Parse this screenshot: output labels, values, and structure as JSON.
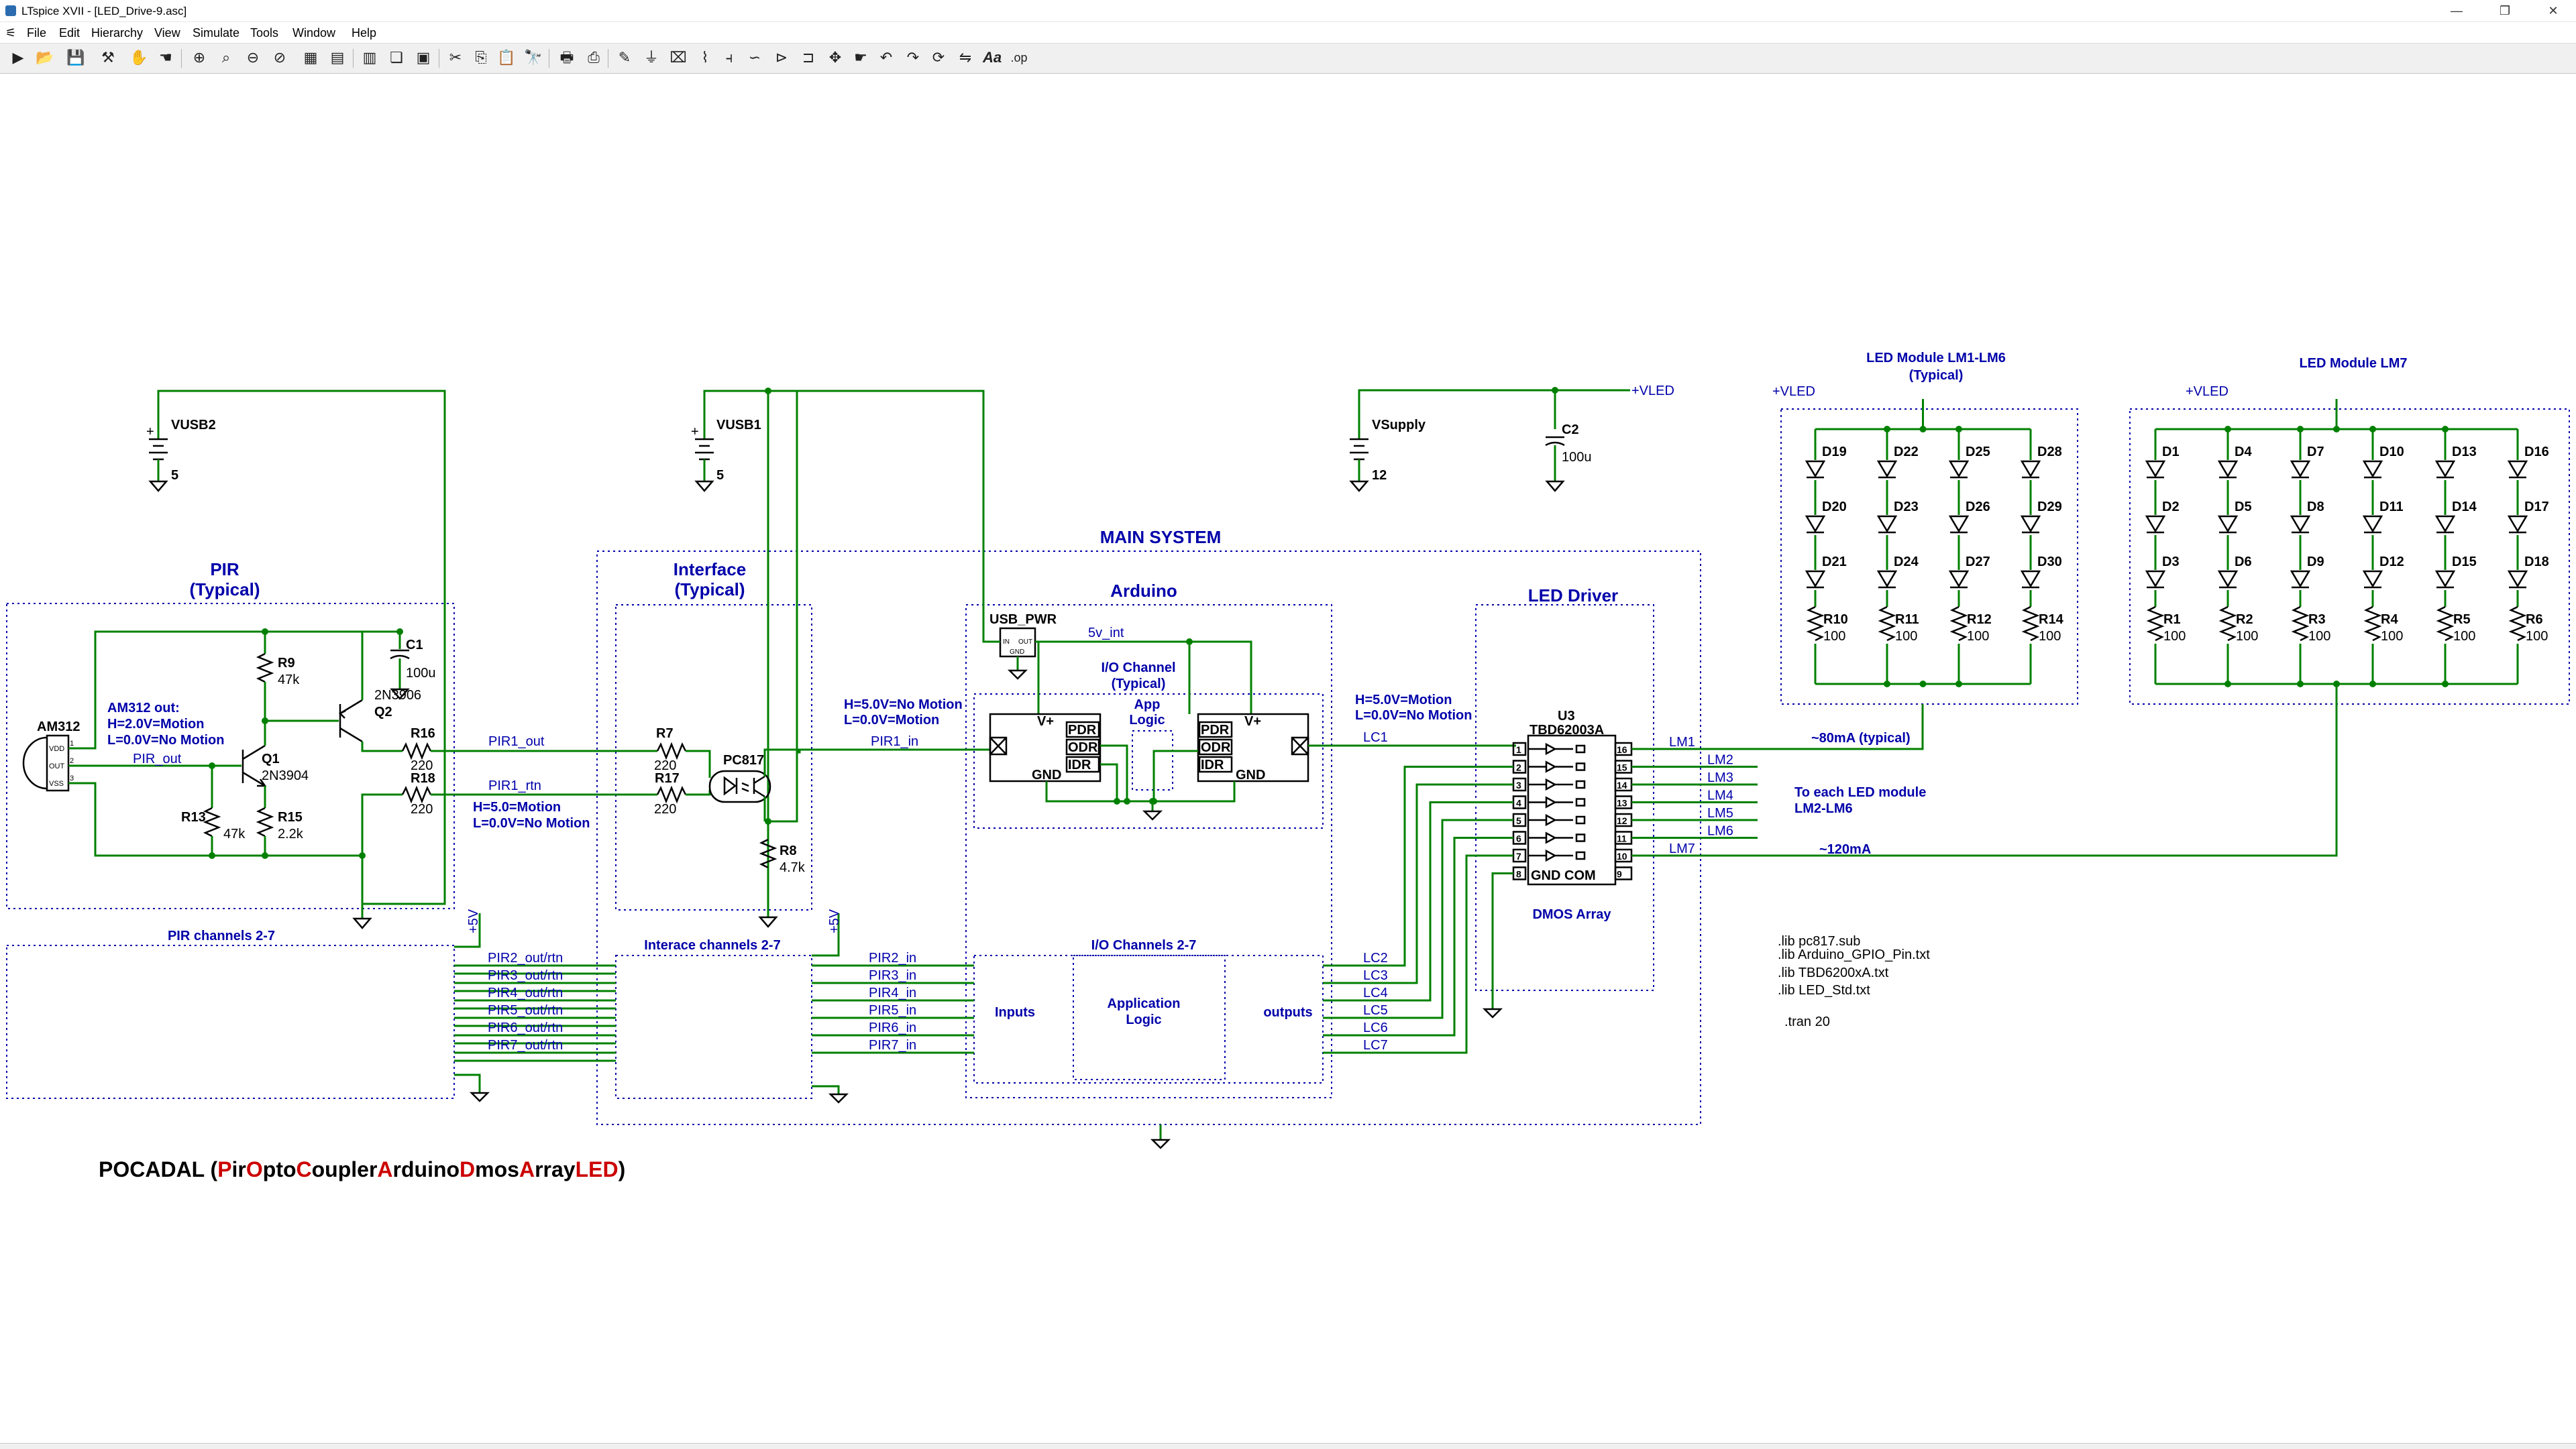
{
  "window": {
    "title": "LTspice XVII - [LED_Drive-9.asc]"
  },
  "menu": [
    "File",
    "Edit",
    "Hierarchy",
    "View",
    "Simulate",
    "Tools",
    "Window",
    "Help"
  ],
  "toolbar_icons": [
    "run-icon",
    "open-icon",
    "save-icon",
    "control-panel-icon",
    "halt-icon",
    "pan-icon",
    "zoom-in-icon",
    "zoom-area-icon",
    "zoom-out-icon",
    "zoom-cancel-icon",
    "autorange-icon",
    "waveform-icon",
    "tile-icon",
    "cascade-icon",
    "close-window-icon",
    "cut-icon",
    "copy-icon",
    "paste-icon",
    "find-icon",
    "print-setup-icon",
    "print-icon",
    "wire-icon",
    "ground-icon",
    "label-net-icon",
    "resistor-icon",
    "capacitor-icon",
    "inductor-icon",
    "diode-icon",
    "component-icon",
    "move-icon",
    "drag-icon",
    "undo-icon",
    "redo-icon",
    "rotate-icon",
    "mirror-icon",
    "text-icon",
    "spice-directive-icon"
  ],
  "schematic": {
    "main_title": "MAIN SYSTEM",
    "sections": {
      "pir": "PIR",
      "pir_sub": "(Typical)",
      "interface": "Interface",
      "interface_sub": "(Typical)",
      "arduino": "Arduino",
      "led_driver": "LED Driver",
      "led_module_1_6": "LED Module LM1-LM6",
      "led_module_1_6_sub": "(Typical)",
      "led_module_7": "LED Module LM7",
      "pir_channels": "PIR channels 2-7",
      "interface_channels": "Interace channels 2-7",
      "io_channels": "I/O Channels 2-7",
      "io_channel_typ": "I/O Channel",
      "io_channel_typ_sub": "(Typical)",
      "app_logic": "App",
      "app_logic_sub": "Logic",
      "inputs": "Inputs",
      "application_logic": "Application",
      "application_logic_sub": "Logic",
      "outputs": "outputs",
      "dmos_array": "DMOS Array"
    },
    "sources": {
      "vusb2": "VUSB2",
      "vusb2_val": "5",
      "vusb1": "VUSB1",
      "vusb1_val": "5",
      "vsupply": "VSupply",
      "vsupply_val": "12",
      "c2": "C2",
      "c2_val": "100u",
      "vled": "+VLED",
      "vled_a": "+VLED",
      "vled_b": "+VLED",
      "five_v_a": "+5V",
      "five_v_b": "+5V"
    },
    "pir_parts": {
      "am312": "AM312",
      "pin_vdd": "VDD",
      "pin_out": "OUT",
      "pin_vss": "VSS",
      "pin1": "1",
      "pin2": "2",
      "pin3": "3",
      "note1": "AM312 out:",
      "note2": "H=2.0V=Motion",
      "note3": "L=0.0V=No Motion",
      "pir_out": "PIR_out",
      "r9": "R9",
      "r9_val": "47k",
      "c1": "C1",
      "c1_val": "100u",
      "q1": "Q1",
      "q1_val": "2N3904",
      "q2": "Q2",
      "q2_val": "2N3906",
      "r13": "R13",
      "r13_val": "47k",
      "r15": "R15",
      "r15_val": "2.2k",
      "r16": "R16",
      "r16_val": "220",
      "r18": "R18",
      "r18_val": "220"
    },
    "interface_parts": {
      "pir1_out": "PIR1_out",
      "pir1_rtn": "PIR1_rtn",
      "note1": "H=5.0=Motion",
      "note2": "L=0.0V=No Motion",
      "r7": "R7",
      "r7_val": "220",
      "r17": "R17",
      "r17_val": "220",
      "pc817": "PC817",
      "r8": "R8",
      "r8_val": "4.7k"
    },
    "arduino_parts": {
      "note1": "H=5.0V=No Motion",
      "note2": "L=0.0V=Motion",
      "pir1_in": "PIR1_in",
      "usb_pwr": "USB_PWR",
      "usb_in": "IN",
      "usb_out": "OUT",
      "usb_gnd": "GND",
      "v5_int": "5v_int",
      "vplus": "V+",
      "pdr": "PDR",
      "odr": "ODR",
      "idr": "IDR",
      "gnd": "GND",
      "lc1": "LC1",
      "note3": "H=5.0V=Motion",
      "note4": "L=0.0V=No Motion"
    },
    "driver_parts": {
      "u3": "U3",
      "u3_val": "TBD62003A",
      "gnd_com": "GND COM",
      "left_pins": [
        "1",
        "2",
        "3",
        "4",
        "5",
        "6",
        "7",
        "8"
      ],
      "right_pins": [
        "16",
        "15",
        "14",
        "13",
        "12",
        "11",
        "10",
        "9"
      ],
      "lm_labels": [
        "LM1",
        "LM2",
        "LM3",
        "LM4",
        "LM5",
        "LM6",
        "LM7"
      ],
      "current_1": "~80mA (typical)",
      "current_7": "~120mA",
      "to_each": "To each LED module",
      "to_each_sub": "LM2-LM6"
    },
    "channels": {
      "pir_rtn": [
        "PIR2_out/rtn",
        "PIR3_out/rtn",
        "PIR4_out/rtn",
        "PIR5_out/rtn",
        "PIR6_out/rtn",
        "PIR7_out/rtn"
      ],
      "pir_in": [
        "PIR2_in",
        "PIR3_in",
        "PIR4_in",
        "PIR5_in",
        "PIR6_in",
        "PIR7_in"
      ],
      "lc": [
        "LC2",
        "LC3",
        "LC4",
        "LC5",
        "LC6",
        "LC7"
      ]
    },
    "led_module_a": {
      "diodes": [
        [
          "D19",
          "D20",
          "D21"
        ],
        [
          "D22",
          "D23",
          "D24"
        ],
        [
          "D25",
          "D26",
          "D27"
        ],
        [
          "D28",
          "D29",
          "D30"
        ]
      ],
      "resistors": [
        "R10",
        "R11",
        "R12",
        "R14"
      ],
      "res_val": "100"
    },
    "led_module_b": {
      "diodes": [
        [
          "D1",
          "D2",
          "D3"
        ],
        [
          "D4",
          "D5",
          "D6"
        ],
        [
          "D7",
          "D8",
          "D9"
        ],
        [
          "D10",
          "D11",
          "D12"
        ],
        [
          "D13",
          "D14",
          "D15"
        ],
        [
          "D16",
          "D17",
          "D18"
        ]
      ],
      "resistors": [
        "R1",
        "R2",
        "R3",
        "R4",
        "R5",
        "R6"
      ],
      "res_val": "100"
    },
    "directives": [
      ".lib pc817.sub",
      ".lib Arduino_GPIO_Pin.txt",
      ".lib TBD6200xA.txt",
      ".lib LED_Std.txt",
      ".tran 20"
    ],
    "footer": {
      "acronym": "POCADAL",
      "open": "(",
      "parts": [
        {
          "t": "Pir",
          "red": "P"
        },
        {
          "t": "Opto",
          "red": "O"
        },
        {
          "t": "Coupler",
          "red": "C"
        },
        {
          "t": "Arduino",
          "red": "A"
        },
        {
          "t": "Dmos",
          "red": "D"
        },
        {
          "t": "Array",
          "red": "A"
        },
        {
          "t": "LED",
          "red": "LED"
        }
      ],
      "close": ")"
    }
  },
  "colors": {
    "wire": "#008000",
    "frame": "#0000aa",
    "label": "#0000aa",
    "accent_red": "#cc0000"
  }
}
